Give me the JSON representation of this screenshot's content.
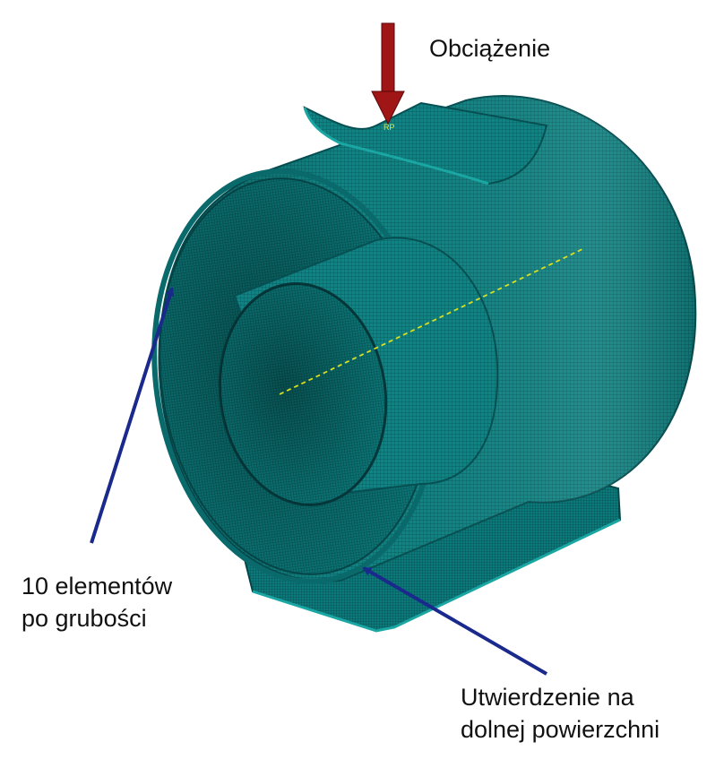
{
  "labels": {
    "load": "Obciążenie",
    "thickness_line1": "10 elementów",
    "thickness_line2": "po grubości",
    "fixed_line1": "Utwierdzenie na",
    "fixed_line2": "dolnej powierzchni",
    "rp_marker": "RP"
  },
  "colors": {
    "mesh": "#0b7c7c",
    "mesh_light": "#179a98",
    "mesh_dark": "#064f52",
    "load_arrow": "#a01515",
    "pointer_arrow": "#1a2a8c",
    "axis_line": "#d8e020"
  }
}
